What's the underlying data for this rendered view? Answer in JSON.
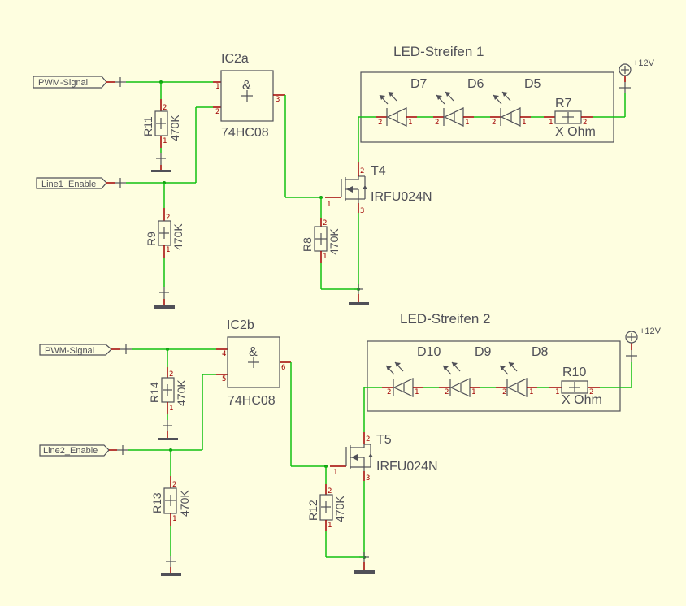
{
  "colors": {
    "background": "#fefee0",
    "wire": "#10c010",
    "pin": "#a00000",
    "symbol": "#505058"
  },
  "ports": {
    "pwm1": "PWM-Signal",
    "en1": "Line1_Enable",
    "pwm2": "PWM-Signal",
    "en2": "Line2_Enable"
  },
  "ic2a": {
    "name": "IC2a",
    "type": "74HC08",
    "symbol": "&",
    "pins": [
      "1",
      "2",
      "3"
    ]
  },
  "ic2b": {
    "name": "IC2b",
    "type": "74HC08",
    "symbol": "&",
    "pins": [
      "4",
      "5",
      "6"
    ]
  },
  "resistors": {
    "r11": {
      "name": "R11",
      "value": "470K"
    },
    "r9": {
      "name": "R9",
      "value": "470K"
    },
    "r8": {
      "name": "R8",
      "value": "470K"
    },
    "r14": {
      "name": "R14",
      "value": "470K"
    },
    "r13": {
      "name": "R13",
      "value": "470K"
    },
    "r12": {
      "name": "R12",
      "value": "470K"
    },
    "r7": {
      "name": "R7",
      "value": "X Ohm"
    },
    "r10": {
      "name": "R10",
      "value": "X Ohm"
    }
  },
  "transistors": {
    "t4": {
      "name": "T4",
      "type": "IRFU024N"
    },
    "t5": {
      "name": "T5",
      "type": "IRFU024N"
    }
  },
  "strips": {
    "s1": {
      "title": "LED-Streifen 1",
      "leds": [
        "D7",
        "D6",
        "D5"
      ]
    },
    "s2": {
      "title": "LED-Streifen 2",
      "leds": [
        "D10",
        "D9",
        "D8"
      ]
    }
  },
  "supply": {
    "label": "+12V"
  },
  "pinlabels": {
    "p1": "1",
    "p2": "2",
    "p3": "3"
  }
}
